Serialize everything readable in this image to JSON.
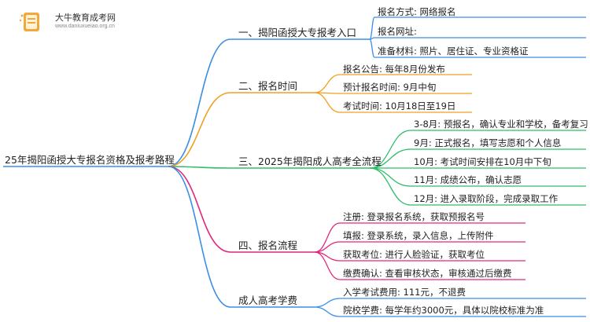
{
  "logo": {
    "name": "大牛教育成考网",
    "url": "www.daniuxueiao.org.cn"
  },
  "root": {
    "label": "25年揭阳函授大专报名资格及报考路程"
  },
  "branches": [
    {
      "label": "一、揭阳函授大专报考入口",
      "color": "#3a8ee6",
      "leaves": [
        "报名方式: 网络报名",
        "报名网址:",
        "准备材料: 照片、居住证、专业资格证"
      ]
    },
    {
      "label": "二、报名时间",
      "color": "#f0a020",
      "leaves": [
        "报名公告: 每年8月份发布",
        "预计报名时间: 9月中旬",
        "考试时间: 10月18日至19日"
      ]
    },
    {
      "label": "三、2025年揭阳成人高考全流程",
      "color": "#2ebd6b",
      "leaves": [
        "3-8月: 预报名，确认专业和学校，备考复习",
        "9月: 正式报名，填写志愿和个人信息",
        "10月: 考试时间安排在10月中下旬",
        "11月: 成绩公布，确认志愿",
        "12月: 进入录取阶段，完成录取工作"
      ]
    },
    {
      "label": "四、报名流程",
      "color": "#e0287a",
      "leaves": [
        "注册: 登录报名系统，获取预报名号",
        "填报: 登录系统，录入信息，上传附件",
        "获取考位: 进行人脸验证，获取考位",
        "缴费确认: 查看审核状态，审核通过后缴费"
      ]
    },
    {
      "label": "成人高考学费",
      "color": "#3a8ee6",
      "leaves": [
        "入学考试费用: 111元，不退费",
        "院校学费: 每学年约3000元，具体以院校标准为准"
      ]
    }
  ]
}
